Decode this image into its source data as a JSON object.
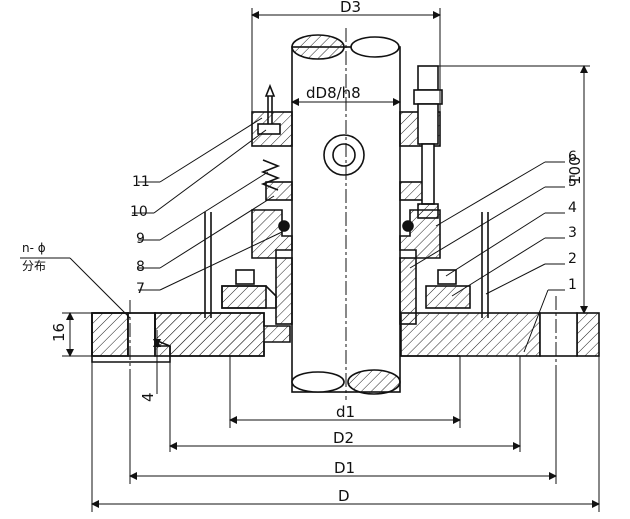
{
  "dimensions": {
    "D3": "D3",
    "dD8h8": "dD8/h8",
    "hundred": "100",
    "sixteen": "16",
    "four": "4",
    "d1": "d1",
    "D2": "D2",
    "D1": "D1",
    "D": "D"
  },
  "hole_note": {
    "line1": "n- ϕ",
    "line2": "分布"
  },
  "part_numbers": [
    "1",
    "2",
    "3",
    "4",
    "5",
    "6",
    "7",
    "8",
    "9",
    "10",
    "11"
  ]
}
